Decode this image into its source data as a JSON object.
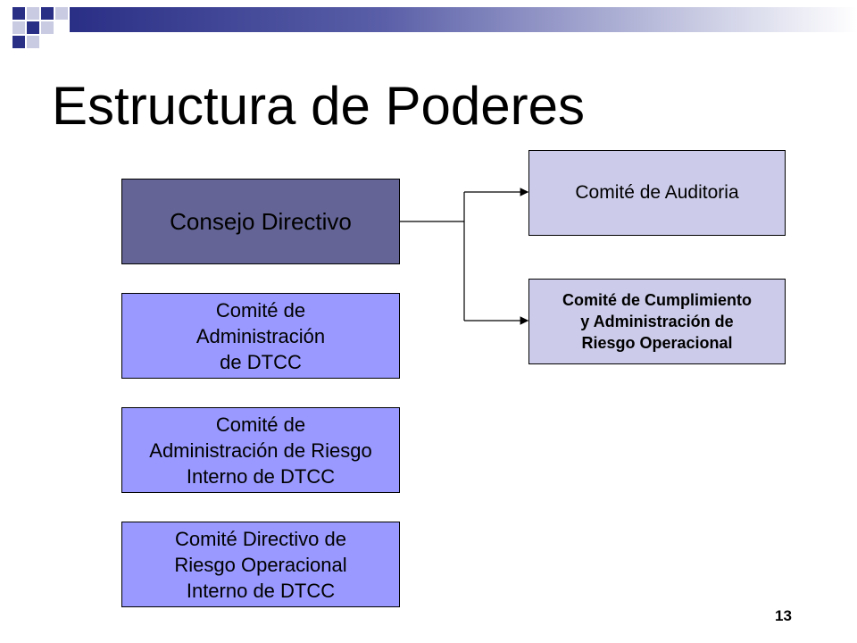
{
  "slide": {
    "title": "Estructura de Poderes",
    "page_number": "13"
  },
  "board": {
    "label": "Consejo Directivo"
  },
  "left_committees": [
    {
      "label": "Comité de\nAdministración\nde DTCC"
    },
    {
      "label": "Comité de\nAdministración de Riesgo\nInterno de DTCC"
    },
    {
      "label": "Comité Directivo de\nRiesgo Operacional\nInterno de DTCC"
    }
  ],
  "right_committees": [
    {
      "label": "Comité de Auditoria"
    },
    {
      "label": "Comité de Cumplimiento\ny Administración de\nRiesgo Operacional"
    }
  ],
  "colors": {
    "header_bar": "#2a2f86",
    "board_fill": "#646496",
    "left_committee_fill": "#9999ff",
    "right_committee_fill": "#ccccea"
  }
}
